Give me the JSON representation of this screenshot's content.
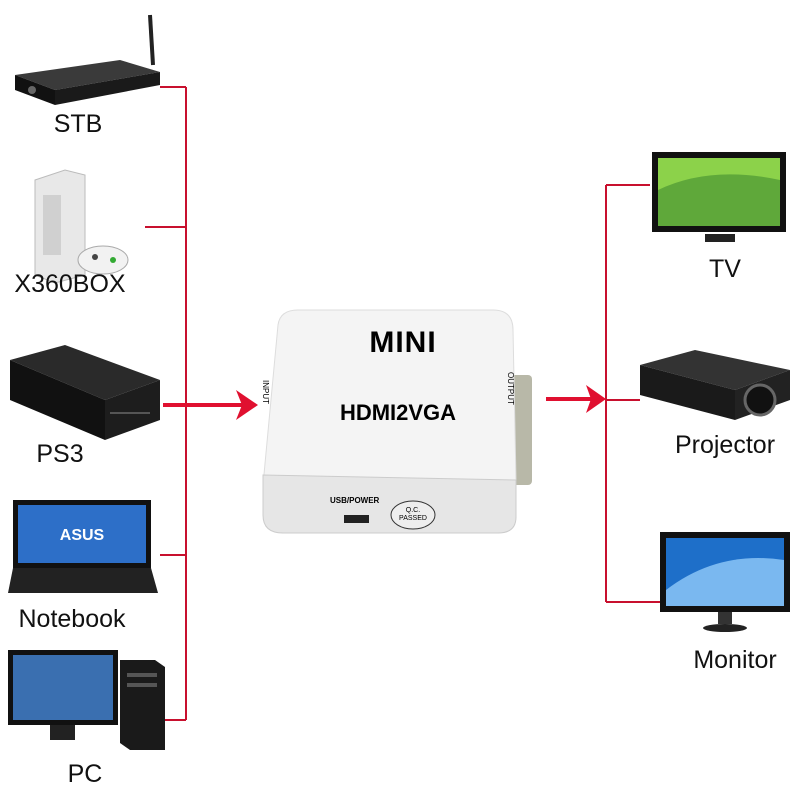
{
  "sources": [
    {
      "label": "STB",
      "icon": "set-top-box-icon"
    },
    {
      "label": "X360BOX",
      "icon": "xbox-console-icon"
    },
    {
      "label": "PS3",
      "icon": "ps3-console-icon"
    },
    {
      "label": "Notebook",
      "icon": "laptop-icon"
    },
    {
      "label": "PC",
      "icon": "desktop-pc-icon"
    }
  ],
  "device": {
    "brand": "MINI",
    "model": "HDMI2VGA",
    "input_label": "INPUT",
    "output_label": "OUTPUT",
    "port_label": "USB/POWER",
    "seal": "Q.C. PASSED"
  },
  "outputs": [
    {
      "label": "TV",
      "icon": "tv-icon"
    },
    {
      "label": "Projector",
      "icon": "projector-icon"
    },
    {
      "label": "Monitor",
      "icon": "monitor-icon"
    }
  ],
  "colors": {
    "line": "#c8102e",
    "arrow": "#e01030"
  }
}
